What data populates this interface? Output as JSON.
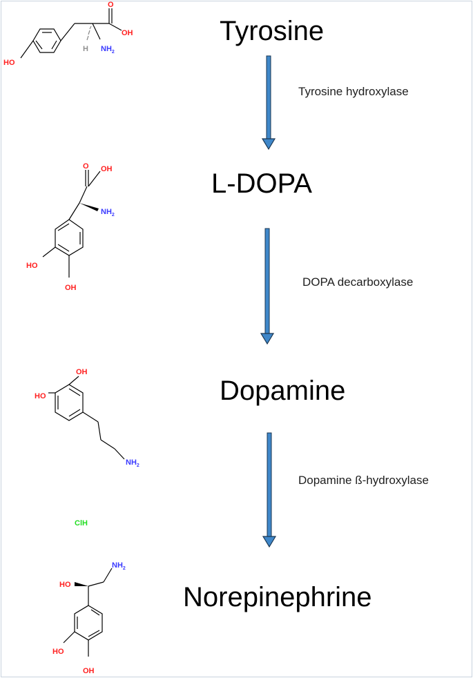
{
  "compounds": [
    {
      "name": "Tyrosine"
    },
    {
      "name": "L-DOPA"
    },
    {
      "name": "Dopamine",
      "salt_label": "ClH"
    },
    {
      "name": "Norepinephrine"
    }
  ],
  "enzymes": [
    {
      "name": "Tyrosine hydroxylase"
    },
    {
      "name": "DOPA decarboxylase"
    },
    {
      "name": "Dopamine ß-hydroxylase"
    }
  ],
  "atom_labels": {
    "hydroxyl": "HO",
    "hydroxyl_r": "OH",
    "oxygen": "O",
    "amine": "NH",
    "sub2": "2",
    "hydrogen": "H"
  },
  "colors": {
    "oxygen": "#ff2020",
    "nitrogen": "#3a3aff",
    "chlorine": "#22dd22",
    "arrow": "#3f87c9",
    "arrow_outline": "#1a3550"
  }
}
